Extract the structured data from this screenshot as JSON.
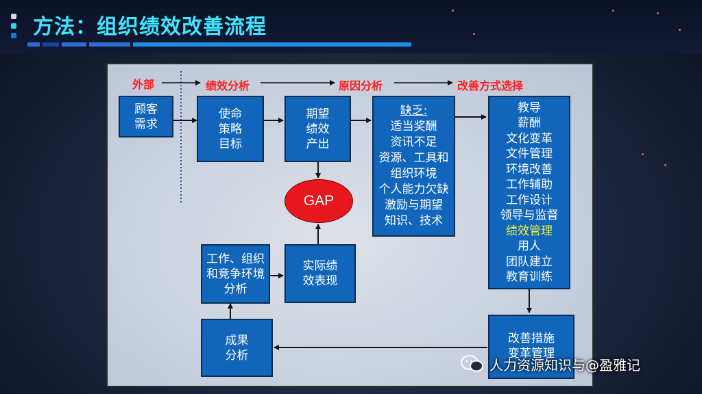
{
  "slide_title": "方法：组织绩效改善流程",
  "colors": {
    "box_fill": "#1166bb",
    "header_red": "#ff1e1e",
    "gap_red": "#e8161d",
    "title_cyan": "#3fe6ff",
    "highlight_yellow": "#f2f23a"
  },
  "stage_headers": [
    "外部",
    "绩效分析",
    "原因分析",
    "改善方式选择"
  ],
  "boxes": {
    "customer_needs": [
      "顾客",
      "需求"
    ],
    "mission": [
      "使命",
      "策略",
      "目标"
    ],
    "expected": [
      "期望",
      "绩效",
      "产出"
    ],
    "causes_title": "缺乏:",
    "causes": [
      "适当奖酬",
      "资讯不足",
      "资源、工具和",
      "组织环境",
      "个人能力欠缺",
      "激励与期望",
      "知识、技术"
    ],
    "methods": [
      "教导",
      "薪酬",
      "文化变革",
      "文件管理",
      "环境改善",
      "工作辅助",
      "工作设计",
      "领导与监督",
      "绩效管理",
      "用人",
      "团队建立",
      "教育训练"
    ],
    "env_analysis": [
      "工作、组织",
      "和竞争环境",
      "分析"
    ],
    "actual": [
      "实际绩",
      "效表现"
    ],
    "results": [
      "成果",
      "分析"
    ],
    "improve": [
      "改善措施",
      "变革管理"
    ]
  },
  "gap_label": "GAP",
  "watermark": "人力资源知识与@盈雅记"
}
